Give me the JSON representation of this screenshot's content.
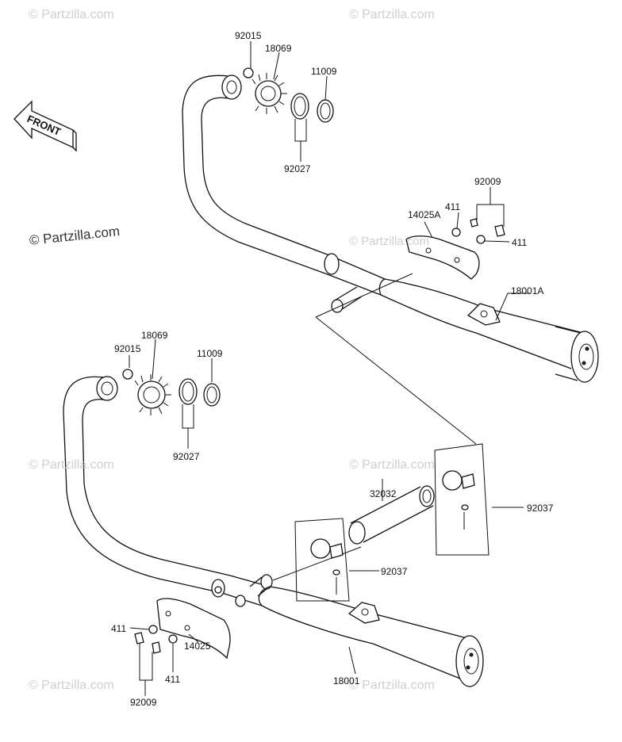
{
  "watermarks": {
    "small": "© Partzilla.com",
    "big": "© Partzilla.com"
  },
  "front_arrow": {
    "text": "FRONT"
  },
  "labels": {
    "top_92015": "92015",
    "top_18069": "18069",
    "top_11009": "11009",
    "top_92027": "92027",
    "top_92009": "92009",
    "top_411_a": "411",
    "top_411_b": "411",
    "top_14025A": "14025A",
    "top_18001A": "18001A",
    "bot_18069": "18069",
    "bot_92015": "92015",
    "bot_11009": "11009",
    "bot_92027": "92027",
    "bot_32032": "32032",
    "bot_92037_a": "92037",
    "bot_92037_b": "92037",
    "bot_411_a": "411",
    "bot_411_b": "411",
    "bot_14025": "14025",
    "bot_18001": "18001",
    "bot_92009": "92009"
  }
}
